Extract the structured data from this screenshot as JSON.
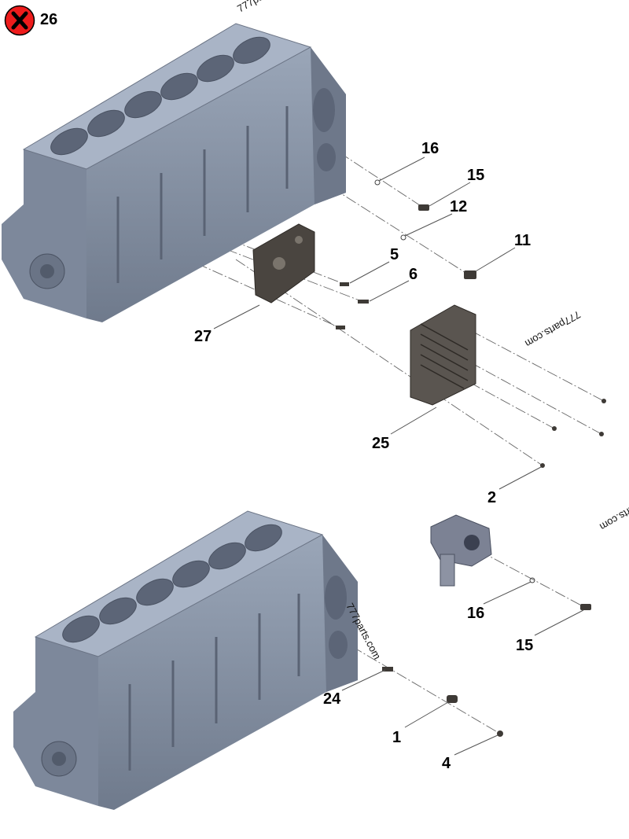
{
  "header": {
    "removed_marker_icon": "x-circle-icon",
    "removed_marker_color": "#ee1c1c",
    "removed_part_number": "26"
  },
  "watermark": "777parts.com",
  "callouts": {
    "c16a": "16",
    "c15a": "15",
    "c12": "12",
    "c11": "11",
    "c5": "5",
    "c6": "6",
    "c27": "27",
    "c25": "25",
    "c2": "2",
    "c16b": "16",
    "c15b": "15",
    "c24": "24",
    "c1": "1",
    "c4": "4"
  },
  "colors": {
    "block": "#8e9aae",
    "block_dark": "#5d6677",
    "part_dark": "#4a4540"
  }
}
